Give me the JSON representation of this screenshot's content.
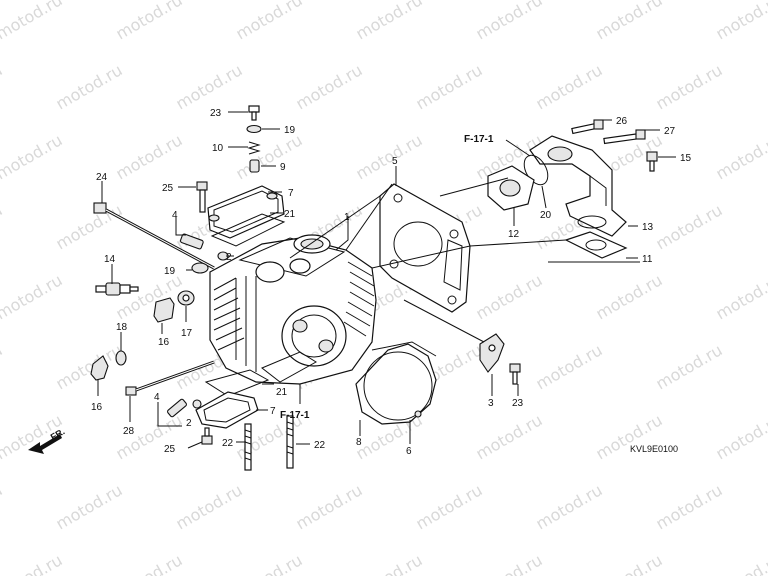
{
  "watermark": "motod.ru",
  "drawing_code": "KVL9E0100",
  "direction_marker": "FR.",
  "references": [
    {
      "id": "ref-upper",
      "label": "F-17-1"
    },
    {
      "id": "ref-lower",
      "label": "F-17-1"
    }
  ],
  "callouts": [
    {
      "id": "c23a",
      "label": "23"
    },
    {
      "id": "c19a",
      "label": "19"
    },
    {
      "id": "c10",
      "label": "10"
    },
    {
      "id": "c9",
      "label": "9"
    },
    {
      "id": "c25a",
      "label": "25"
    },
    {
      "id": "c7a",
      "label": "7"
    },
    {
      "id": "c24",
      "label": "24"
    },
    {
      "id": "c4a",
      "label": "4"
    },
    {
      "id": "c21a",
      "label": "21"
    },
    {
      "id": "c2a",
      "label": "2"
    },
    {
      "id": "c19b",
      "label": "19"
    },
    {
      "id": "c14",
      "label": "14"
    },
    {
      "id": "c1",
      "label": "1"
    },
    {
      "id": "c5",
      "label": "5"
    },
    {
      "id": "c17",
      "label": "17"
    },
    {
      "id": "c18",
      "label": "18"
    },
    {
      "id": "c16a",
      "label": "16"
    },
    {
      "id": "c16b",
      "label": "16"
    },
    {
      "id": "c28",
      "label": "28"
    },
    {
      "id": "c4b",
      "label": "4"
    },
    {
      "id": "c2b",
      "label": "2"
    },
    {
      "id": "c21b",
      "label": "21"
    },
    {
      "id": "c7b",
      "label": "7"
    },
    {
      "id": "c25b",
      "label": "25"
    },
    {
      "id": "c22a",
      "label": "22"
    },
    {
      "id": "c22b",
      "label": "22"
    },
    {
      "id": "c8",
      "label": "8"
    },
    {
      "id": "c6",
      "label": "6"
    },
    {
      "id": "c3",
      "label": "3"
    },
    {
      "id": "c23b",
      "label": "23"
    },
    {
      "id": "c26",
      "label": "26"
    },
    {
      "id": "c27",
      "label": "27"
    },
    {
      "id": "c15",
      "label": "15"
    },
    {
      "id": "c20",
      "label": "20"
    },
    {
      "id": "c12",
      "label": "12"
    },
    {
      "id": "c13",
      "label": "13"
    },
    {
      "id": "c11",
      "label": "11"
    }
  ]
}
